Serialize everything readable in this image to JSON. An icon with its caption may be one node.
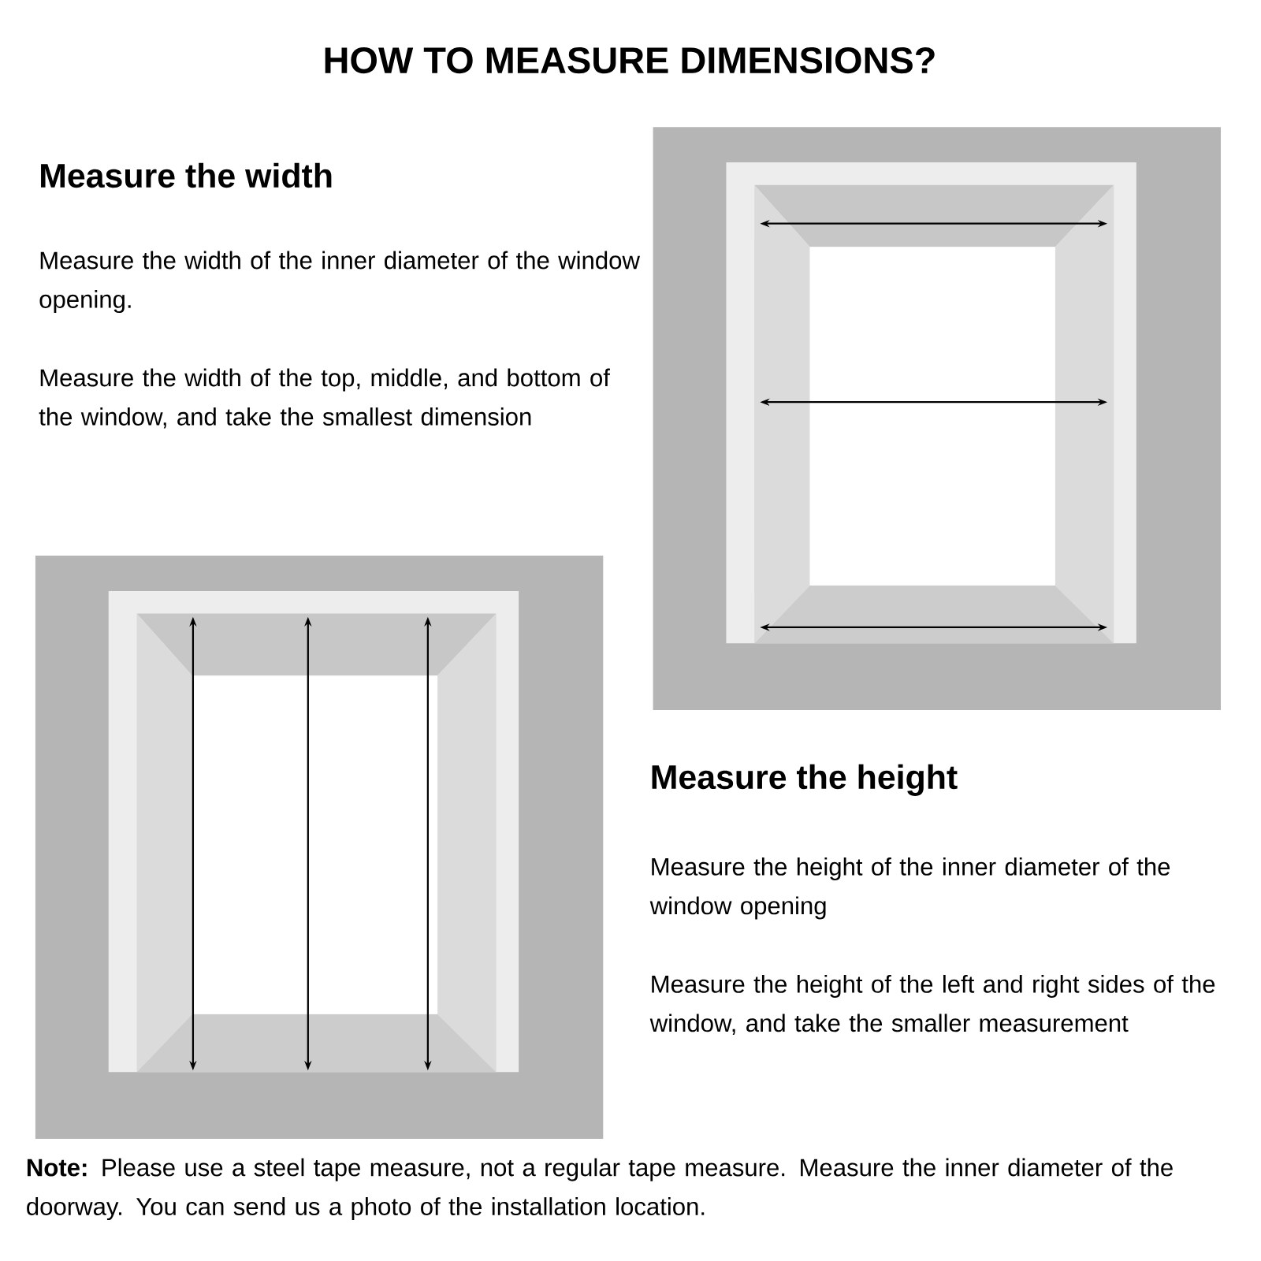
{
  "diagram": {
    "title": "HOW TO MEASURE DIMENSIONS?",
    "labels": [
      "Measure the width",
      "Measure the width of the inner diameter of the window opening.",
      "Measure the width of the top, middle, and bottom of the window, and take the smallest dimension",
      "Measure the height",
      "Measure the height of the inner diameter of the window opening",
      "Measure the height of the left and right sides of the window, and take the smaller measurement",
      "**Note:** Please use a steel tape measure, not a regular tape measure. Measure the inner diameter of the doorway. You can send us a photo of the installation location."
    ]
  }
}
